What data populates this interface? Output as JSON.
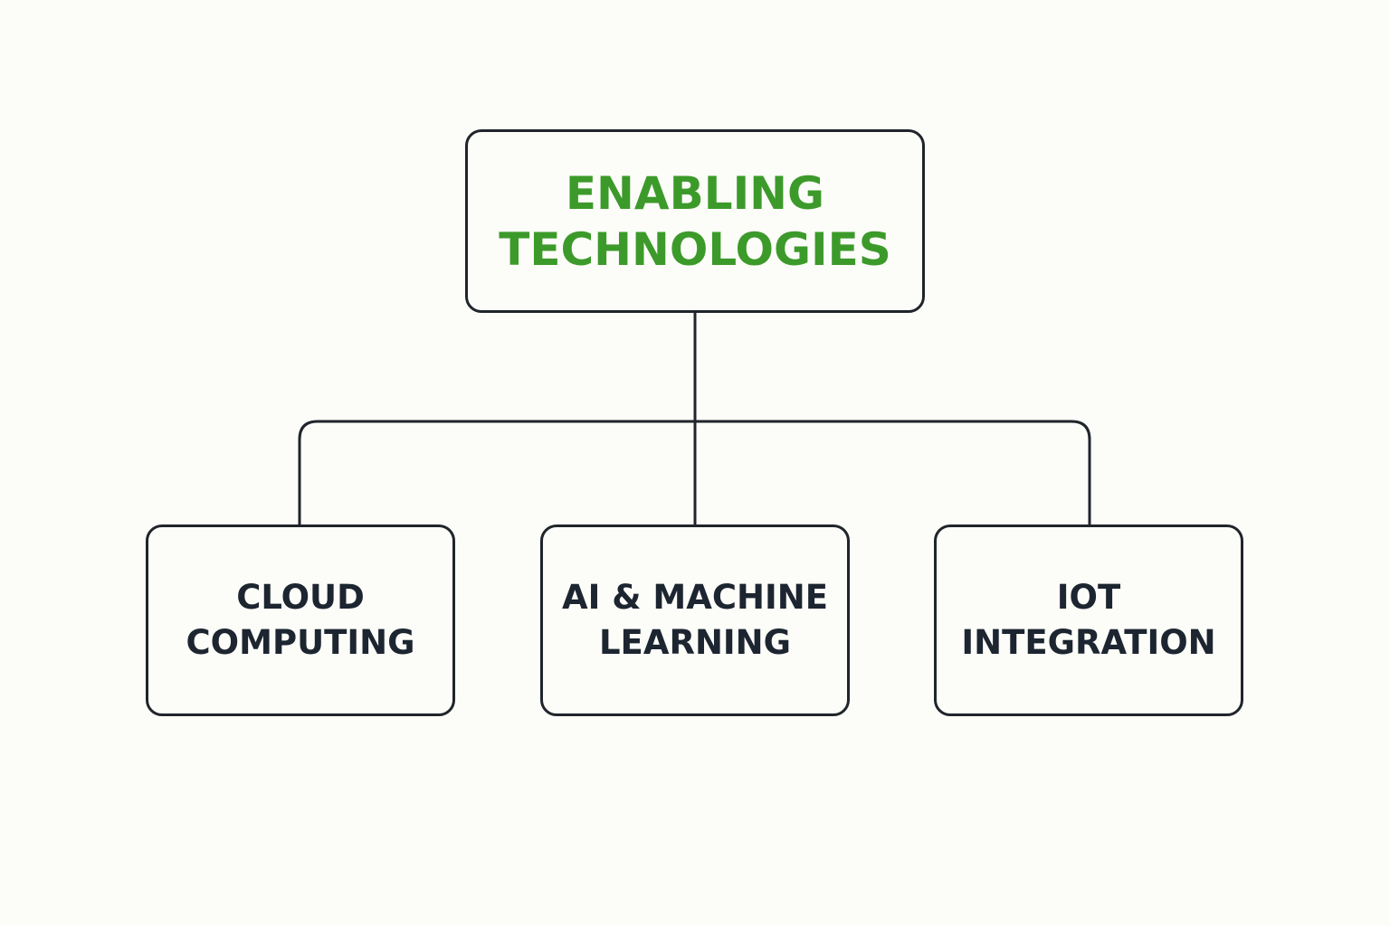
{
  "root": {
    "lines": [
      "ENABLING",
      "TECHNOLOGIES"
    ]
  },
  "children": [
    {
      "lines": [
        "CLOUD",
        "COMPUTING"
      ]
    },
    {
      "lines": [
        "AI & MACHINE",
        "LEARNING"
      ]
    },
    {
      "lines": [
        "IOT",
        "INTEGRATION"
      ]
    }
  ],
  "colors": {
    "root_text": "#3c9a2a",
    "child_text": "#1c2530",
    "stroke": "#20252b",
    "background": "#fcfcf8"
  }
}
